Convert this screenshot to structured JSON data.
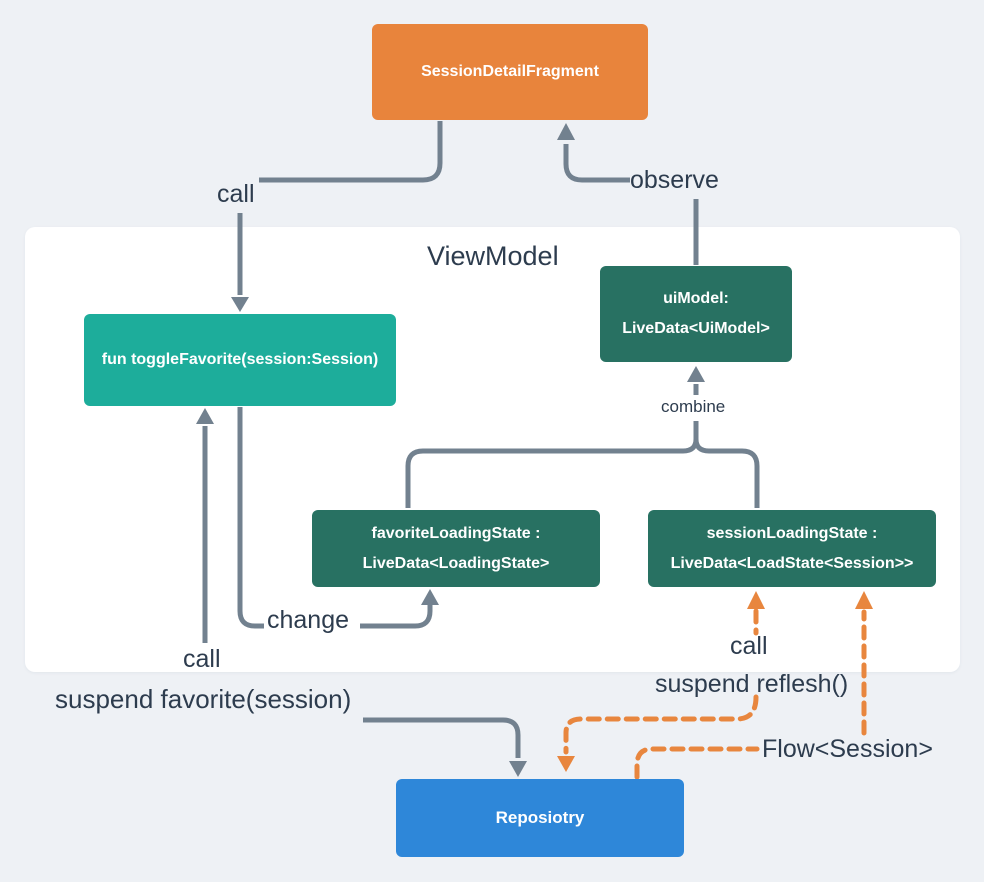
{
  "colors": {
    "bg": "#eef1f5",
    "panel": "#ffffff",
    "orange": "#e8843c",
    "teal": "#1dad9b",
    "green": "#287162",
    "blue": "#2e87d9",
    "line-gray": "#72818f",
    "line-orange": "#e8863e",
    "text-dark": "#2d3c4e",
    "text-light": "#ffffff"
  },
  "container": {
    "title": "ViewModel"
  },
  "nodes": {
    "fragment": {
      "label": "SessionDetailFragment"
    },
    "toggle_favorite": {
      "label": "fun toggleFavorite(session:Session)"
    },
    "ui_model": {
      "line1": "uiModel:",
      "line2": "LiveData<UiModel>"
    },
    "favorite_loading_state": {
      "line1": "favoriteLoadingState :",
      "line2": "LiveData<LoadingState>"
    },
    "session_loading_state": {
      "line1": "sessionLoadingState :",
      "line2": "LiveData<LoadState<Session>>"
    },
    "repository": {
      "label": "Reposiotry"
    }
  },
  "labels": {
    "call_top": "call",
    "observe": "observe",
    "combine": "combine",
    "change": "change",
    "call_left": "call",
    "suspend_favorite": "suspend favorite(session)",
    "call_right": "call",
    "suspend_reflesh": "suspend reflesh()",
    "flow_session": "Flow<Session>"
  }
}
